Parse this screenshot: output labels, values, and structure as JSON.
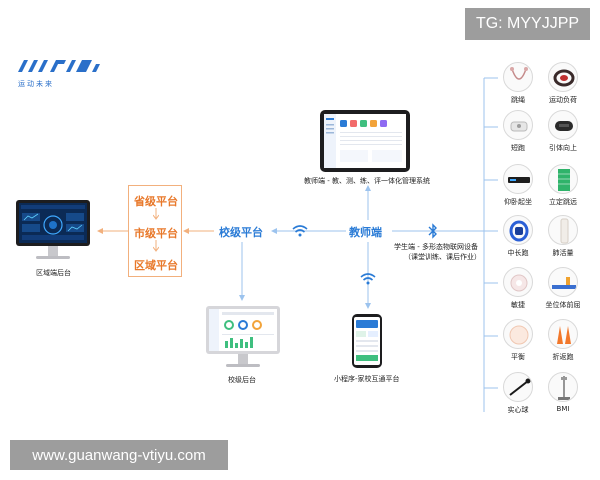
{
  "overlay": {
    "tg_badge": "TG: MYYJJPP",
    "url_badge": "www.guanwang-vtiyu.com"
  },
  "logo": {
    "text": "运动未来"
  },
  "platforms": {
    "provincial": "省级平台",
    "city": "市级平台",
    "district": "区域平台"
  },
  "nodes": {
    "school": "校级平台",
    "teacher": "教师端"
  },
  "captions": {
    "district_backend": "区域端后台",
    "school_backend": "校级后台",
    "teacher_system": "教师端 - 教、测、练、评一体化管理系统",
    "miniprogram": "小程序-家校互通平台",
    "student_line1": "学生端 - 多形态物联网设备",
    "student_line2": "（课堂训练、课后作业）"
  },
  "devices": [
    {
      "name": "跳绳",
      "icon": "jump-rope-icon"
    },
    {
      "name": "运动负荷",
      "icon": "heart-band-icon"
    },
    {
      "name": "短跑",
      "icon": "sprint-sensor-icon"
    },
    {
      "name": "引体向上",
      "icon": "pullup-sensor-icon"
    },
    {
      "name": "仰卧起坐",
      "icon": "situp-mat-icon"
    },
    {
      "name": "立定跳远",
      "icon": "long-jump-mat-icon"
    },
    {
      "name": "中长跑",
      "icon": "wristband-icon"
    },
    {
      "name": "肺活量",
      "icon": "spirometer-icon"
    },
    {
      "name": "敏捷",
      "icon": "agility-pod-icon"
    },
    {
      "name": "坐位体前屈",
      "icon": "sit-reach-icon"
    },
    {
      "name": "平衡",
      "icon": "balance-pad-icon"
    },
    {
      "name": "折返跑",
      "icon": "shuttle-cone-icon"
    },
    {
      "name": "实心球",
      "icon": "medicine-ball-icon"
    },
    {
      "name": "BMI",
      "icon": "bmi-scale-icon"
    }
  ],
  "colors": {
    "primary_blue": "#2a7bd6",
    "line_blue": "#9cc3ee",
    "orange": "#e8782a",
    "orange_border": "#f2b07d"
  }
}
